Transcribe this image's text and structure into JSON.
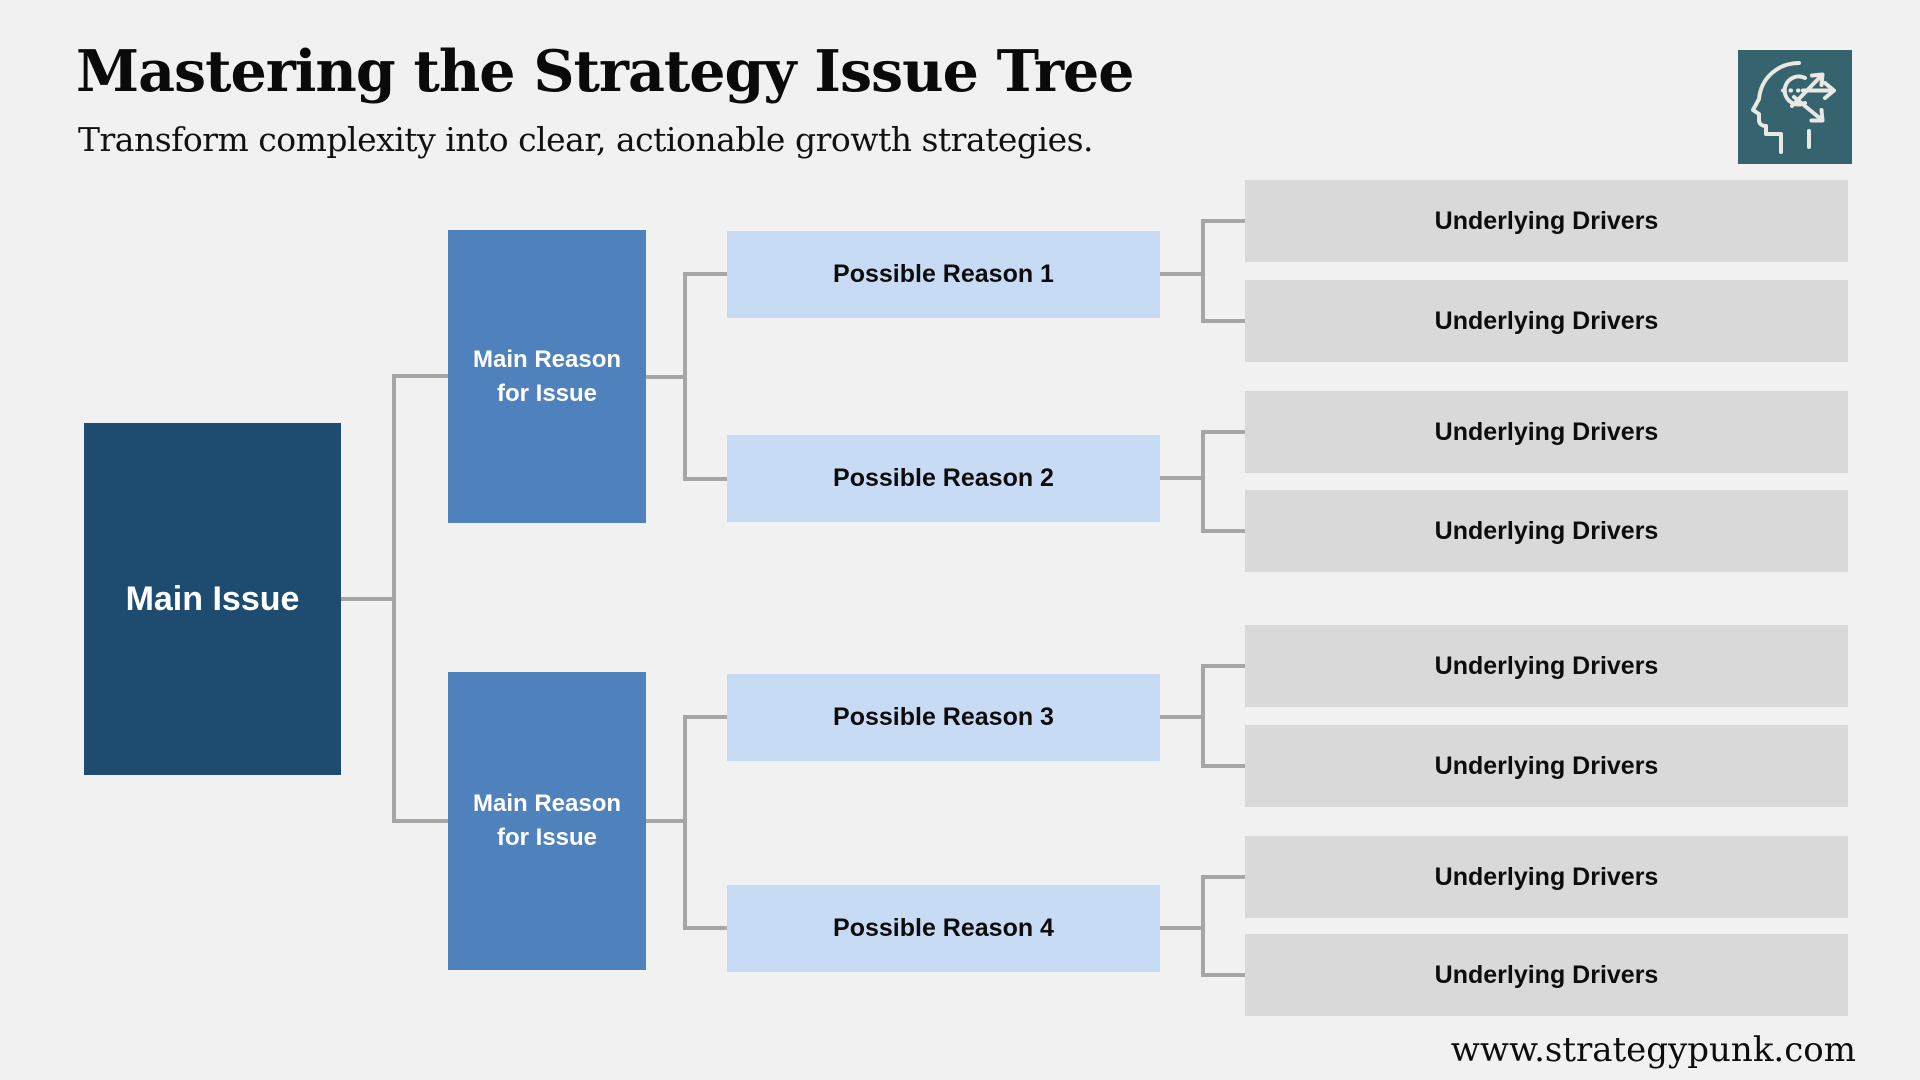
{
  "header": {
    "title": "Mastering the Strategy Issue Tree",
    "subtitle": "Transform complexity into clear, actionable growth strategies."
  },
  "logo": {
    "icon": "head-with-arrows-icon"
  },
  "footer": {
    "url": "www.strategypunk.com"
  },
  "colors": {
    "background": "#F1F1F1",
    "root_box": "#1E4C70",
    "main_reason_box": "#4F81BD",
    "possible_reason_box": "#C8DBF4",
    "driver_box": "#D9D9D9",
    "connector": "#A6A6A6",
    "logo_background": "#35646E"
  },
  "tree": {
    "root": {
      "label": "Main Issue"
    },
    "main_reasons": [
      {
        "label": "Main Reason for Issue"
      },
      {
        "label": "Main Reason for Issue"
      }
    ],
    "possible_reasons": [
      {
        "label": "Possible Reason 1"
      },
      {
        "label": "Possible Reason 2"
      },
      {
        "label": "Possible Reason 3"
      },
      {
        "label": "Possible Reason 4"
      }
    ],
    "underlying_drivers": [
      {
        "label": "Underlying Drivers"
      },
      {
        "label": "Underlying Drivers"
      },
      {
        "label": "Underlying Drivers"
      },
      {
        "label": "Underlying Drivers"
      },
      {
        "label": "Underlying Drivers"
      },
      {
        "label": "Underlying Drivers"
      },
      {
        "label": "Underlying Drivers"
      },
      {
        "label": "Underlying Drivers"
      }
    ]
  }
}
